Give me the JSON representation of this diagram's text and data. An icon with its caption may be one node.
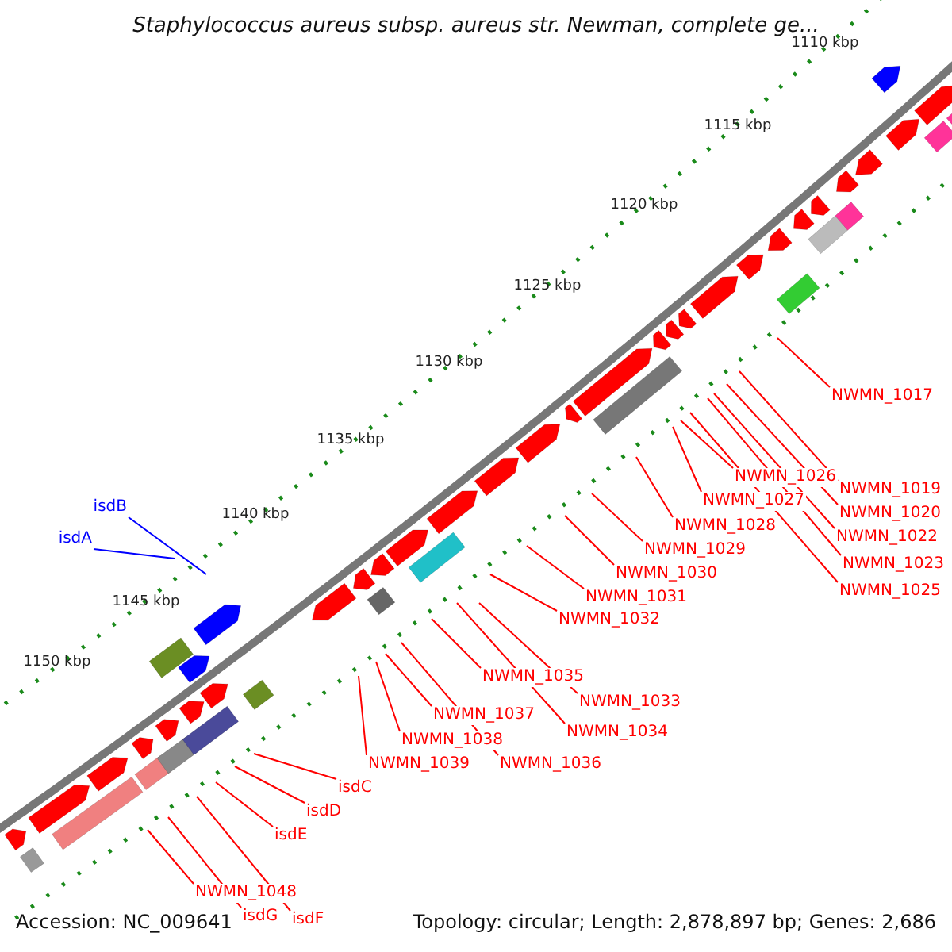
{
  "diagram": {
    "title": "Staphylococcus aureus subsp. aureus str. Newman, complete ge...",
    "nodes": [
      {
        "text": [
          "isdB"
        ]
      },
      {
        "text": [
          "isdA"
        ]
      },
      {
        "text": [
          "NWMN_1017"
        ]
      },
      {
        "text": [
          "NWMN_1026"
        ]
      },
      {
        "text": [
          "NWMN_1019"
        ]
      },
      {
        "text": [
          "NWMN_1027"
        ]
      },
      {
        "text": [
          "NWMN_1020"
        ]
      },
      {
        "text": [
          "NWMN_1028"
        ]
      },
      {
        "text": [
          "NWMN_1022"
        ]
      },
      {
        "text": [
          "NWMN_1023"
        ]
      },
      {
        "text": [
          "NWMN_1029"
        ]
      },
      {
        "text": [
          "NWMN_1025"
        ]
      },
      {
        "text": [
          "NWMN_1030"
        ]
      },
      {
        "text": [
          "NWMN_1031"
        ]
      },
      {
        "text": [
          "NWMN_1032"
        ]
      },
      {
        "text": [
          "NWMN_1035"
        ]
      },
      {
        "text": [
          "NWMN_1033"
        ]
      },
      {
        "text": [
          "NWMN_1034"
        ]
      },
      {
        "text": [
          "NWMN_1037"
        ]
      },
      {
        "text": [
          "NWMN_1038"
        ]
      },
      {
        "text": [
          "NWMN_1036"
        ]
      },
      {
        "text": [
          "NWMN_1039"
        ]
      },
      {
        "text": [
          "isdC"
        ]
      },
      {
        "text": [
          "isdD"
        ]
      },
      {
        "text": [
          "isdE"
        ]
      },
      {
        "text": [
          "NWMN_1048"
        ]
      },
      {
        "text": [
          "isdG"
        ]
      },
      {
        "text": [
          "isdF"
        ]
      }
    ],
    "edges": [
      {
        "from": 0,
        "to": null,
        "arrow": "none",
        "color": "#0000ff"
      },
      {
        "from": 1,
        "to": null,
        "arrow": "none",
        "color": "#0000ff"
      },
      {
        "from": 2,
        "to": null,
        "arrow": "none"
      },
      {
        "from": 3,
        "to": null,
        "arrow": "none"
      },
      {
        "from": 4,
        "to": null,
        "arrow": "none"
      },
      {
        "from": 5,
        "to": null,
        "arrow": "none"
      },
      {
        "from": 6,
        "to": null,
        "arrow": "none"
      },
      {
        "from": 7,
        "to": null,
        "arrow": "none"
      },
      {
        "from": 8,
        "to": null,
        "arrow": "none"
      },
      {
        "from": 9,
        "to": null,
        "arrow": "none"
      },
      {
        "from": 10,
        "to": null,
        "arrow": "none"
      },
      {
        "from": 11,
        "to": null,
        "arrow": "none"
      },
      {
        "from": 12,
        "to": null,
        "arrow": "none"
      },
      {
        "from": 13,
        "to": null,
        "arrow": "none"
      },
      {
        "from": 14,
        "to": null,
        "arrow": "none"
      },
      {
        "from": 15,
        "to": null,
        "arrow": "none"
      },
      {
        "from": 16,
        "to": null,
        "arrow": "none"
      },
      {
        "from": 17,
        "to": null,
        "arrow": "none"
      },
      {
        "from": 18,
        "to": null,
        "arrow": "none"
      },
      {
        "from": 19,
        "to": null,
        "arrow": "none"
      },
      {
        "from": 20,
        "to": null,
        "arrow": "none"
      },
      {
        "from": 21,
        "to": null,
        "arrow": "none"
      },
      {
        "from": 22,
        "to": null,
        "arrow": "none"
      },
      {
        "from": 23,
        "to": null,
        "arrow": "none"
      },
      {
        "from": 24,
        "to": null,
        "arrow": "none"
      },
      {
        "from": 25,
        "to": null,
        "arrow": "none"
      },
      {
        "from": 26,
        "to": null,
        "arrow": "none"
      },
      {
        "from": 27,
        "to": null,
        "arrow": "none"
      }
    ],
    "labels": [
      "1110 kbp",
      "1115 kbp",
      "1120 kbp",
      "1125 kbp",
      "1130 kbp",
      "1135 kbp",
      "1140 kbp",
      "1145 kbp",
      "1150 kbp",
      "Accession: NC_009641",
      "Topology: circular; Length: 2,878,897 bp; Genes: 2,686"
    ]
  }
}
